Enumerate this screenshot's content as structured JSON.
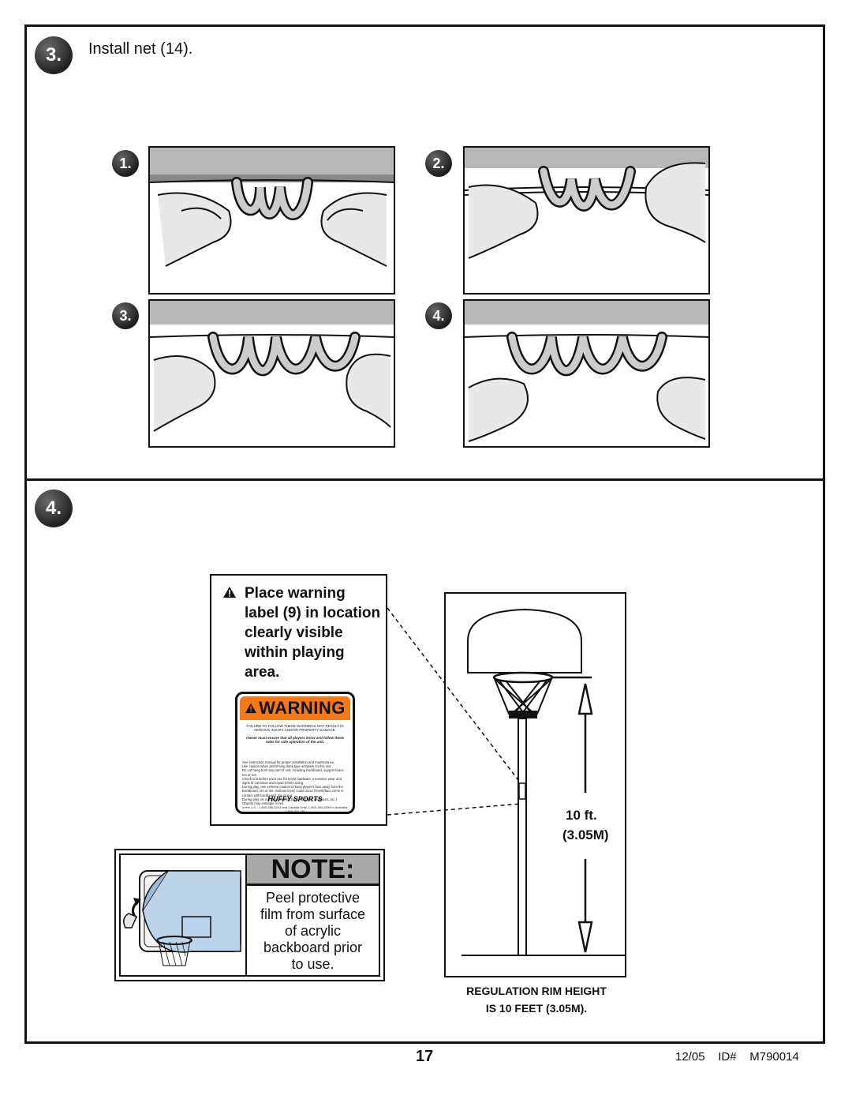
{
  "step3": {
    "number": "3.",
    "title": "Install net (14)."
  },
  "sub_steps": [
    "1.",
    "2.",
    "3.",
    "4."
  ],
  "step4": {
    "number": "4."
  },
  "placement": {
    "text": "Place warning label (9) in location clearly visible within playing area."
  },
  "warning_label": {
    "header": "WARNING",
    "line1": "FAILURE TO FOLLOW THESE WARNINGS MAY RESULT IN SERIOUS INJURY AND/OR PROPERTY DAMAGE.",
    "line2": "Owner must ensure that all players know and follow these rules for safe operation of the unit.",
    "items": [
      "See instruction manual for proper installation and maintenance.",
      "Use caution when performing dunk type activities on this unit.",
      "Do not hang from any part of unit, including backboard, support brace, rim or net.",
      "Check unit before each use for loose hardware, excessive wear and signs of corrosion and repair before using.",
      "During play, use extreme caution to keep player's face away from the backboard, rim or net. Serious injury could occur if teeth/face come in contact with backboard, rim or net.",
      "During play, do not wear jewelry (rings, watches, necklaces, etc.) Objects may entangle in net."
    ],
    "brand": "HUFFY SPORTS",
    "phone": "In the U.S.: 1-800-558-5234 and Canada Only: 1-800-284-8339  In Australia: 1-800-632-782"
  },
  "note": {
    "header": "NOTE:",
    "lines": [
      "Peel protective",
      "film from surface",
      "of acrylic",
      "backboard prior",
      "to use."
    ]
  },
  "rim": {
    "height_ft": "10 ft.",
    "height_m": "(3.05M)",
    "caption_line1": "REGULATION RIM HEIGHT",
    "caption_line2": "IS 10 FEET (3.05M)."
  },
  "footer": {
    "page": "17",
    "date": "12/05",
    "id_label": "ID#",
    "id": "M790014"
  }
}
